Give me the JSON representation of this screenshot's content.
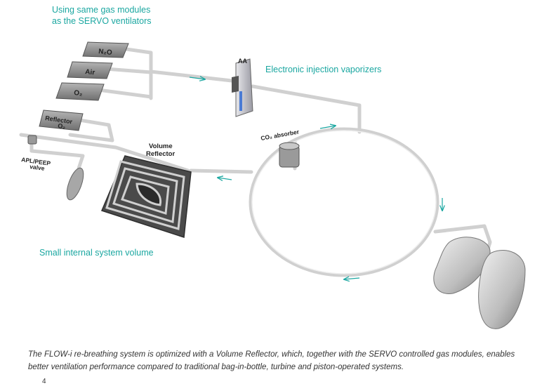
{
  "labels": {
    "gas_modules_line1": "Using same gas modules",
    "gas_modules_line2": "as the SERVO ventilators",
    "vaporizers": "Electronic injection vaporizers",
    "internal_volume": "Small internal system volume"
  },
  "diagram": {
    "gas_modules": [
      "N₂O",
      "Air",
      "O₂"
    ],
    "reflector_module_line1": "Reflector",
    "reflector_module_line2": "O₂",
    "vaporizer": "AA",
    "absorber": "CO₂ absorber",
    "apl_line1": "APL/PEEP",
    "apl_line2": "valve",
    "volume_reflector_line1": "Volume",
    "volume_reflector_line2": "Reflector"
  },
  "caption": "The FLOW-i re-breathing system is optimized with a Volume Reflector, which, together with the SERVO controlled gas modules, enables better ventilation performance compared to traditional bag-in-bottle, turbine and piston-operated systems.",
  "page_number": "4",
  "colors": {
    "accent": "#1ba7a1",
    "tubing": "#d3d3d3",
    "module": "#8a8a8a"
  }
}
